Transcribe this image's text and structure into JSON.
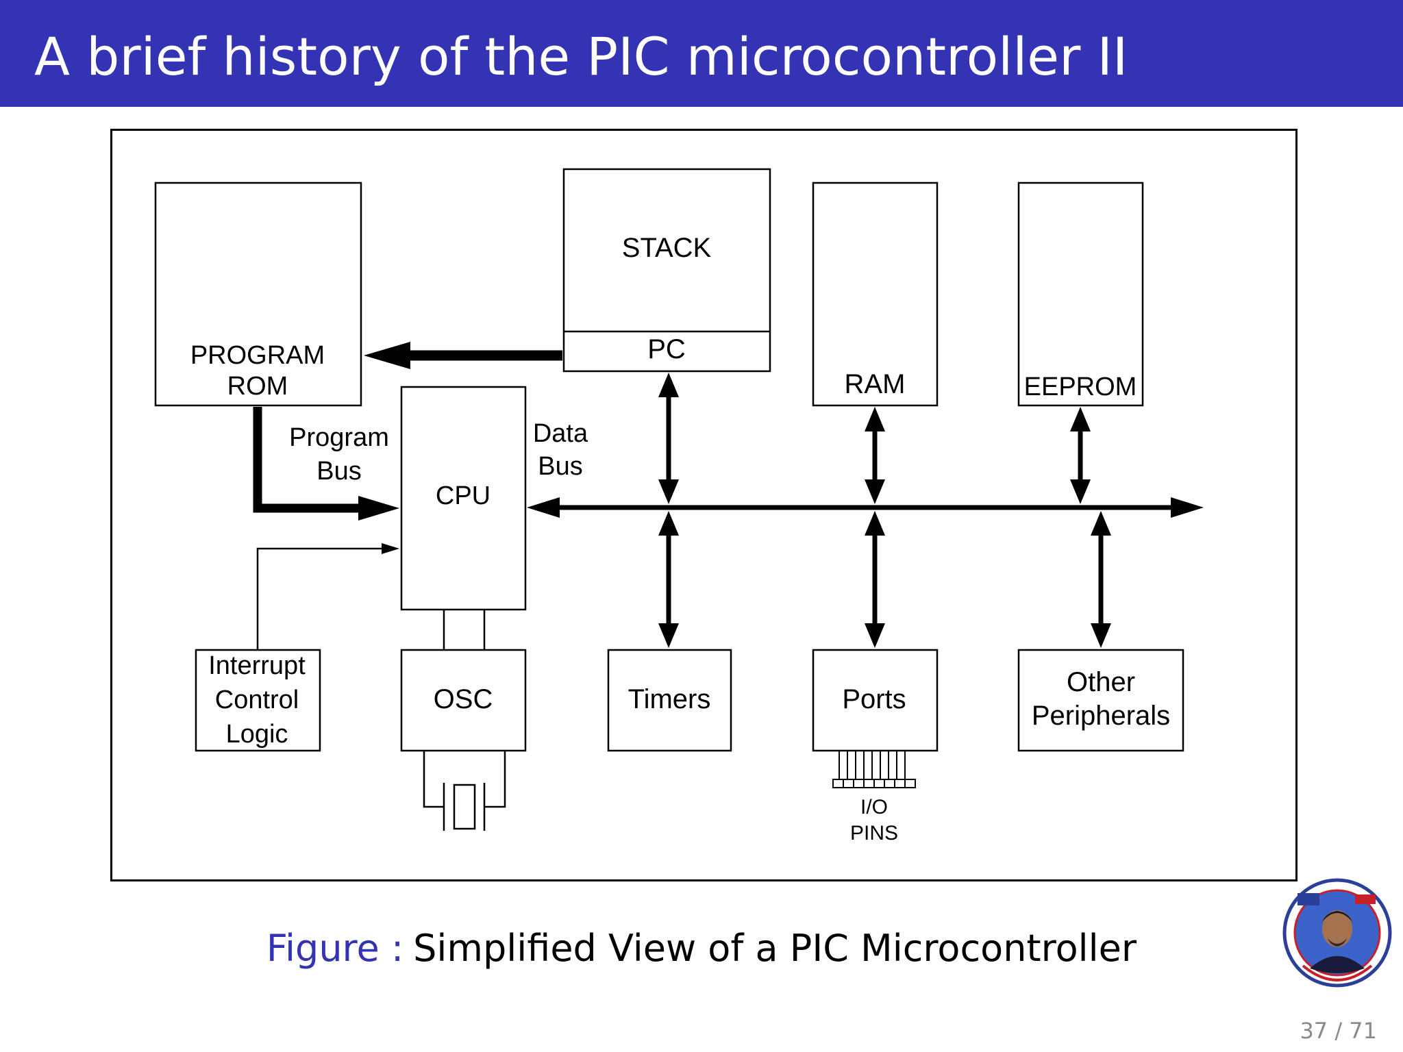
{
  "slide": {
    "title": "A brief history of the PIC microcontroller II",
    "page_number": "37 / 71"
  },
  "figure": {
    "caption_label": "Figure :",
    "caption_text": "Simplified View of a PIC Microcontroller",
    "blocks": {
      "program_rom": [
        "PROGRAM",
        "ROM"
      ],
      "stack": "STACK",
      "pc": "PC",
      "ram": "RAM",
      "eeprom": "EEPROM",
      "cpu": "CPU",
      "interrupt": [
        "Interrupt",
        "Control",
        "Logic"
      ],
      "osc": "OSC",
      "timers": "Timers",
      "ports": "Ports",
      "other": [
        "Other",
        "Peripherals"
      ]
    },
    "labels": {
      "program_bus": [
        "Program",
        "Bus"
      ],
      "data_bus": [
        "Data",
        "Bus"
      ],
      "io_pins": [
        "I/O",
        "PINS"
      ]
    }
  },
  "colors": {
    "title_bar": "#3333b3",
    "caption_label": "#3333b3",
    "diagram_line": "#000000"
  }
}
